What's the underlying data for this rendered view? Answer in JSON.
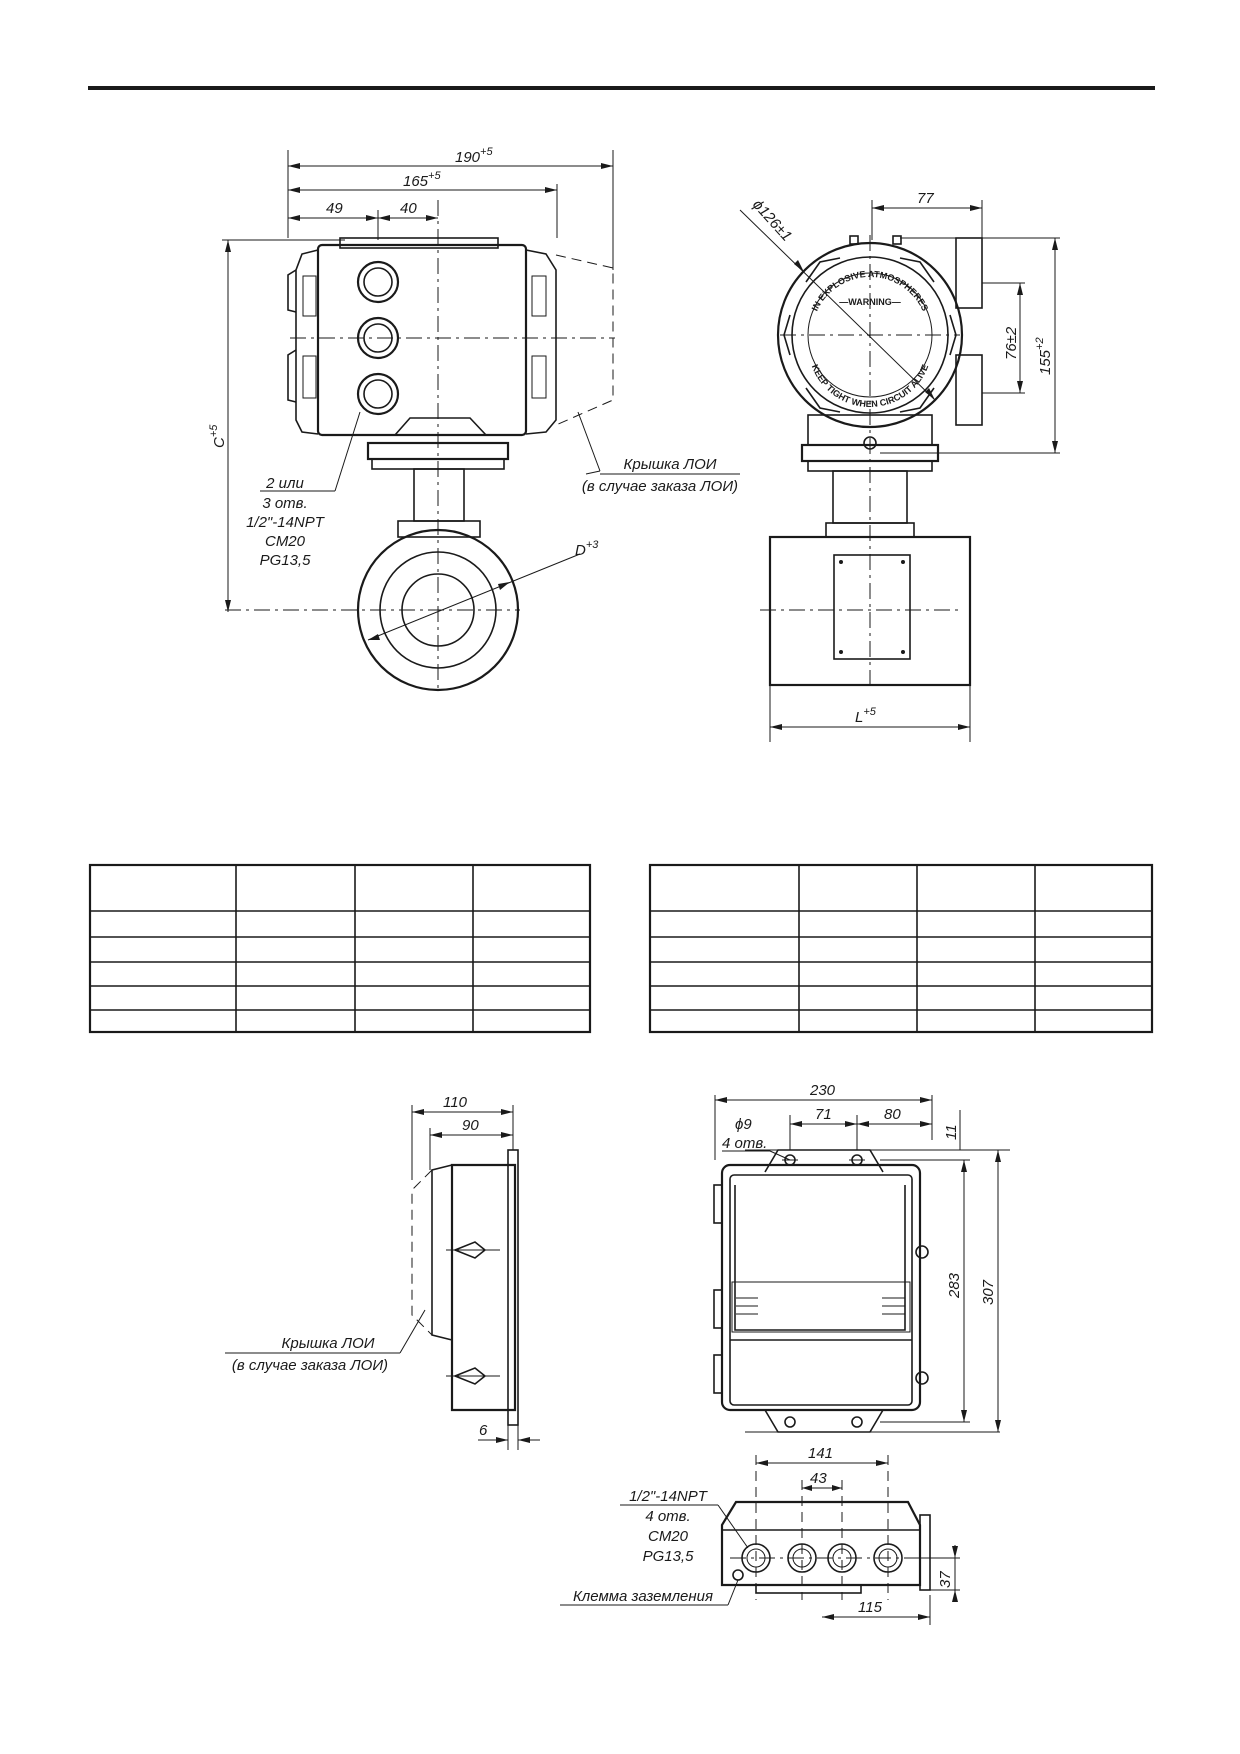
{
  "transmitter_front": {
    "dim_overall_width": "190",
    "dim_overall_width_tol": "+5",
    "dim_body_width": "165",
    "dim_body_width_tol": "+5",
    "dim_left_offset": "49",
    "dim_hole_offset": "40",
    "dim_height": "C",
    "dim_height_tol": "+5",
    "dim_pipe": "D",
    "dim_pipe_tol": "+3",
    "conduit_callout": [
      "2 или",
      "3 отв.",
      "1/2\"-14NPT",
      "CM20",
      "PG13,5"
    ],
    "loi_callout": [
      "Крышка ЛОИ",
      "(в случае заказа ЛОИ)"
    ]
  },
  "transmitter_side": {
    "dim_cover_dia": "ϕ126±1",
    "dim_top_offset": "77",
    "dim_conduit_spacing": "76±2",
    "dim_total_height": "155",
    "dim_total_height_tol": "+2",
    "dim_length": "L",
    "dim_length_tol": "+5",
    "cover_text": [
      "IN EXPLOSIVE ATMOSPHERES",
      "—WARNING—",
      "KEEP TIGHT WHEN CIRCUIT ALIVE"
    ]
  },
  "tables": {
    "left": {
      "rows": 5,
      "cols": 4
    },
    "right": {
      "rows": 5,
      "cols": 4
    }
  },
  "remote_side": {
    "dim_depth": "110",
    "dim_body_depth": "90",
    "dim_flange": "6",
    "loi_callout": [
      "Крышка ЛОИ",
      "(в случае заказа ЛОИ)"
    ]
  },
  "remote_front": {
    "dim_width": "230",
    "dim_hole_dia": "ϕ9",
    "dim_hole_count": "4 отв.",
    "dim_hole_spacing_a": "71",
    "dim_hole_spacing_b": "80",
    "dim_top": "11",
    "dim_mount_height": "283",
    "dim_total_height": "307"
  },
  "remote_bottom": {
    "dim_outer_spacing": "141",
    "dim_inner_spacing": "43",
    "dim_base": "115",
    "dim_height": "37",
    "conduit_callout": [
      "1/2\"-14NPT",
      "4 отв.",
      "CM20",
      "PG13,5"
    ],
    "ground_label": "Клемма заземления"
  }
}
